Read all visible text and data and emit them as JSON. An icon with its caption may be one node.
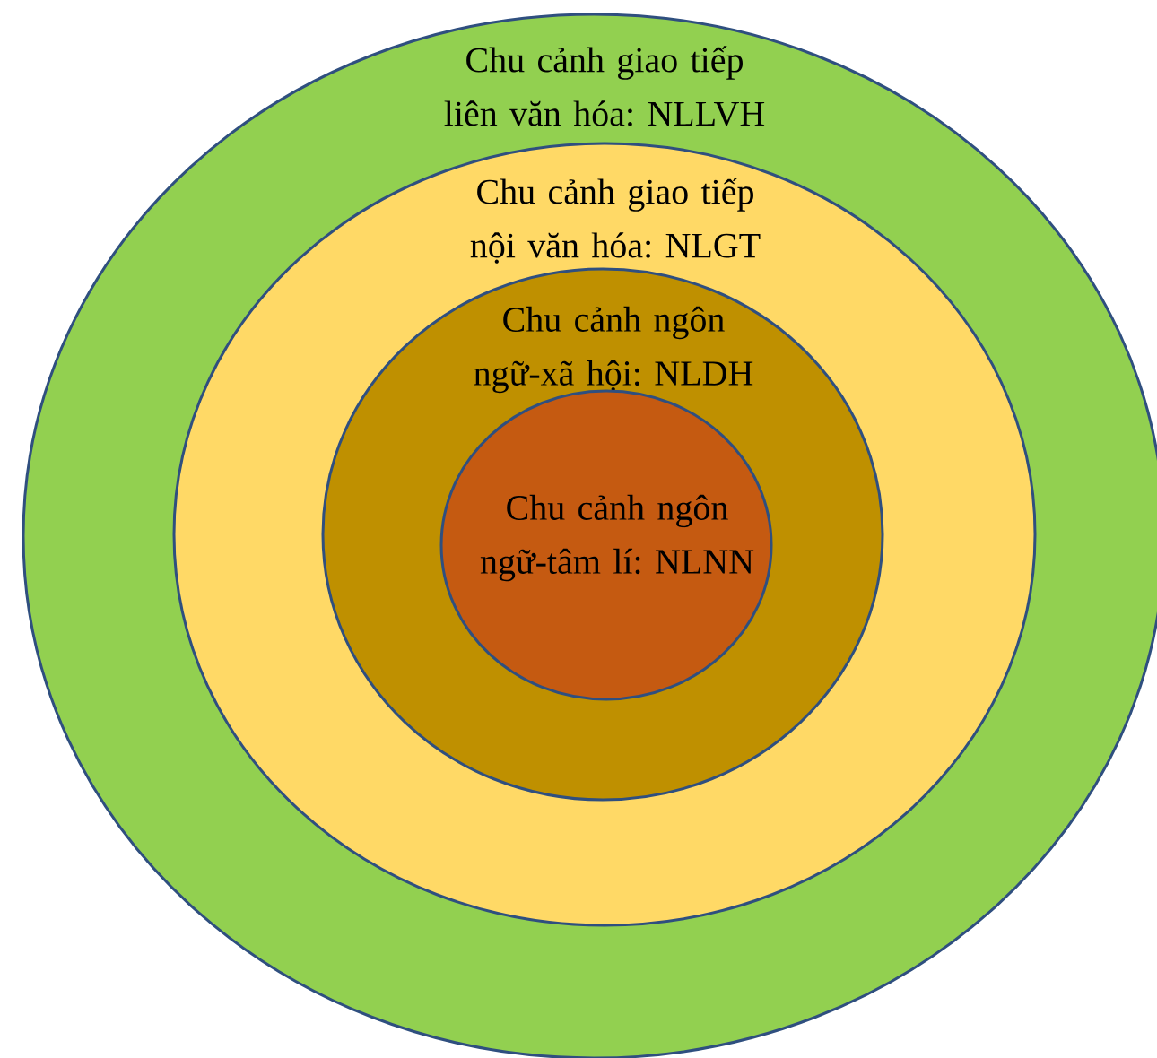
{
  "diagram": {
    "nodes": [
      {
        "text": [
          "Chu cảnh giao tiếp liên văn hóa: NLLVH"
        ]
      },
      {
        "text": [
          "Chu cảnh giao tiếp nội văn hóa: NLGT"
        ],
        "in": 0
      },
      {
        "text": [
          "Chu cảnh ngôn ngữ-xã hội: NLDH"
        ],
        "in": 1
      },
      {
        "text": [
          "Chu cảnh ngôn ngữ-tâm lí: NLNN"
        ],
        "in": 2
      }
    ]
  }
}
